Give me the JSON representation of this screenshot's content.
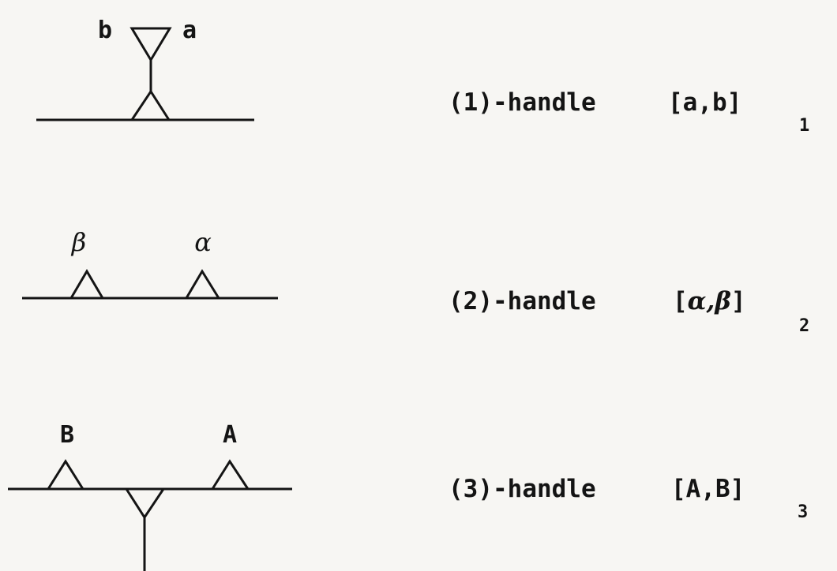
{
  "handles": [
    {
      "name": "(1)-handle",
      "bracket_open": "[",
      "bracket_content": "a,b",
      "bracket_close": "]",
      "subscript": "1",
      "labels": [
        "b",
        "a"
      ]
    },
    {
      "name": "(2)-handle",
      "bracket_open": "[",
      "bracket_content": "α,β",
      "bracket_close": "]",
      "subscript": "2",
      "labels": [
        "β",
        "α"
      ]
    },
    {
      "name": "(3)-handle",
      "bracket_open": "[",
      "bracket_content": "A,B",
      "bracket_close": "]",
      "subscript": "3",
      "labels": [
        "B",
        "A"
      ]
    }
  ]
}
